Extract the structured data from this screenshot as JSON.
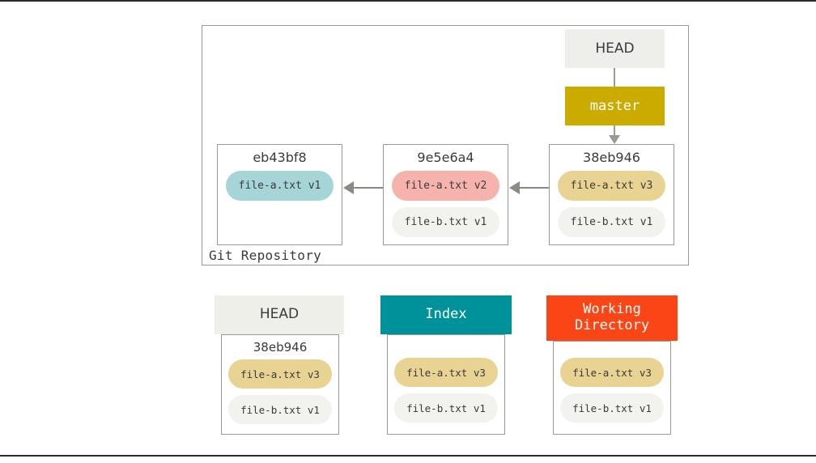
{
  "figure": {
    "repository_label": "Git Repository"
  },
  "refs": [
    {
      "name": "head-ref",
      "label": "HEAD",
      "color": "#eeeeea",
      "text_color": "#3a3a3a"
    },
    {
      "name": "master-ref",
      "label": "master",
      "color": "#ccab00",
      "text_color": "#ffffff"
    }
  ],
  "commits": [
    {
      "hash": "eb43bf8",
      "files": [
        {
          "label": "file-a.txt v1",
          "color": "#a6d5d7",
          "highlight": true
        }
      ]
    },
    {
      "hash": "9e5e6a4",
      "files": [
        {
          "label": "file-a.txt v2",
          "color": "#f6b3ae",
          "highlight": true
        },
        {
          "label": "file-b.txt v1",
          "color": "#f2f2ee",
          "highlight": false
        }
      ]
    },
    {
      "hash": "38eb946",
      "files": [
        {
          "label": "file-a.txt v3",
          "color": "#e8d393",
          "highlight": true
        },
        {
          "label": "file-b.txt v1",
          "color": "#f2f2ee",
          "highlight": false
        }
      ]
    }
  ],
  "areas": [
    {
      "title": "HEAD",
      "header_color": "#efefe9",
      "header_text_color": "#3a3a3a",
      "hash": "38eb946",
      "files": [
        {
          "label": "file-a.txt v3",
          "color": "#e8d393"
        },
        {
          "label": "file-b.txt v1",
          "color": "#f2f2ee"
        }
      ]
    },
    {
      "title": "Index",
      "header_color": "#00929b",
      "header_text_color": "#ffffff",
      "hash": "",
      "files": [
        {
          "label": "file-a.txt v3",
          "color": "#e8d393"
        },
        {
          "label": "file-b.txt v1",
          "color": "#f2f2ee"
        }
      ]
    },
    {
      "title": "Working\nDirectory",
      "title_line_1": "Working",
      "title_line_2": "Directory",
      "header_color": "#fa4616",
      "header_text_color": "#ffffff",
      "hash": "",
      "files": [
        {
          "label": "file-a.txt v3",
          "color": "#e8d393"
        },
        {
          "label": "file-b.txt v1",
          "color": "#f2f2ee"
        }
      ]
    }
  ],
  "colors": {
    "frame_border": "#9a9a94",
    "arrow": "#8b8b85",
    "rule": "#2b2b2b"
  }
}
